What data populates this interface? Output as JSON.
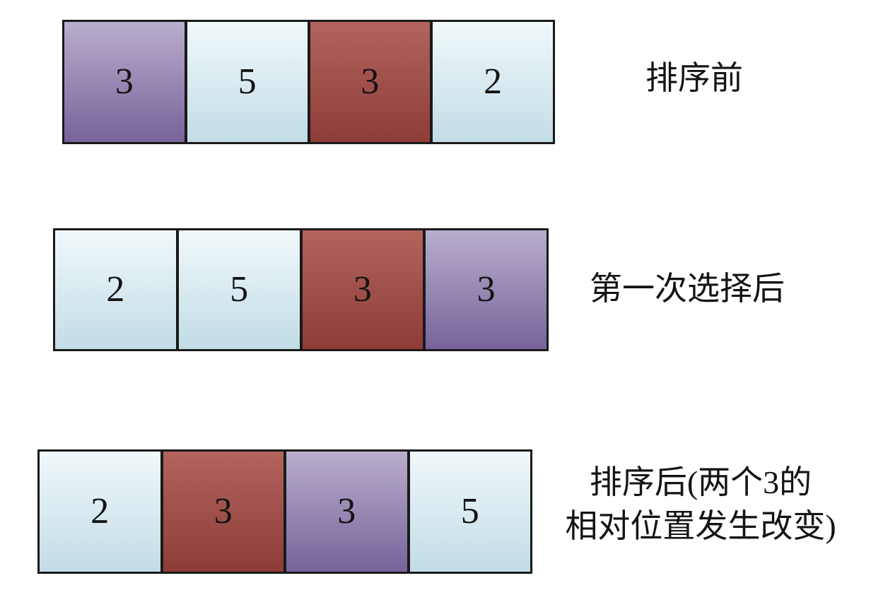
{
  "diagram": {
    "rows": [
      {
        "name": "before-sort",
        "label": "排序前",
        "cells": [
          {
            "value": "3",
            "color": "purple"
          },
          {
            "value": "5",
            "color": "blue"
          },
          {
            "value": "3",
            "color": "red"
          },
          {
            "value": "2",
            "color": "blue"
          }
        ]
      },
      {
        "name": "after-first-selection",
        "label": "第一次选择后",
        "cells": [
          {
            "value": "2",
            "color": "blue"
          },
          {
            "value": "5",
            "color": "blue"
          },
          {
            "value": "3",
            "color": "red"
          },
          {
            "value": "3",
            "color": "purple"
          }
        ]
      },
      {
        "name": "after-sort",
        "label_lines": [
          "排序后(两个3的",
          "相对位置发生改变)"
        ],
        "cells": [
          {
            "value": "2",
            "color": "blue"
          },
          {
            "value": "3",
            "color": "red"
          },
          {
            "value": "3",
            "color": "purple"
          },
          {
            "value": "5",
            "color": "blue"
          }
        ]
      }
    ],
    "colors": {
      "blue_top": "#f0f8fa",
      "blue_bottom": "#c2dce6",
      "purple_top": "#b9aecd",
      "purple_bottom": "#77639a",
      "red_top": "#b2645d",
      "red_bottom": "#8e3c38",
      "border": "#1a1a1a",
      "text": "#141414",
      "background": "#ffffff"
    }
  }
}
